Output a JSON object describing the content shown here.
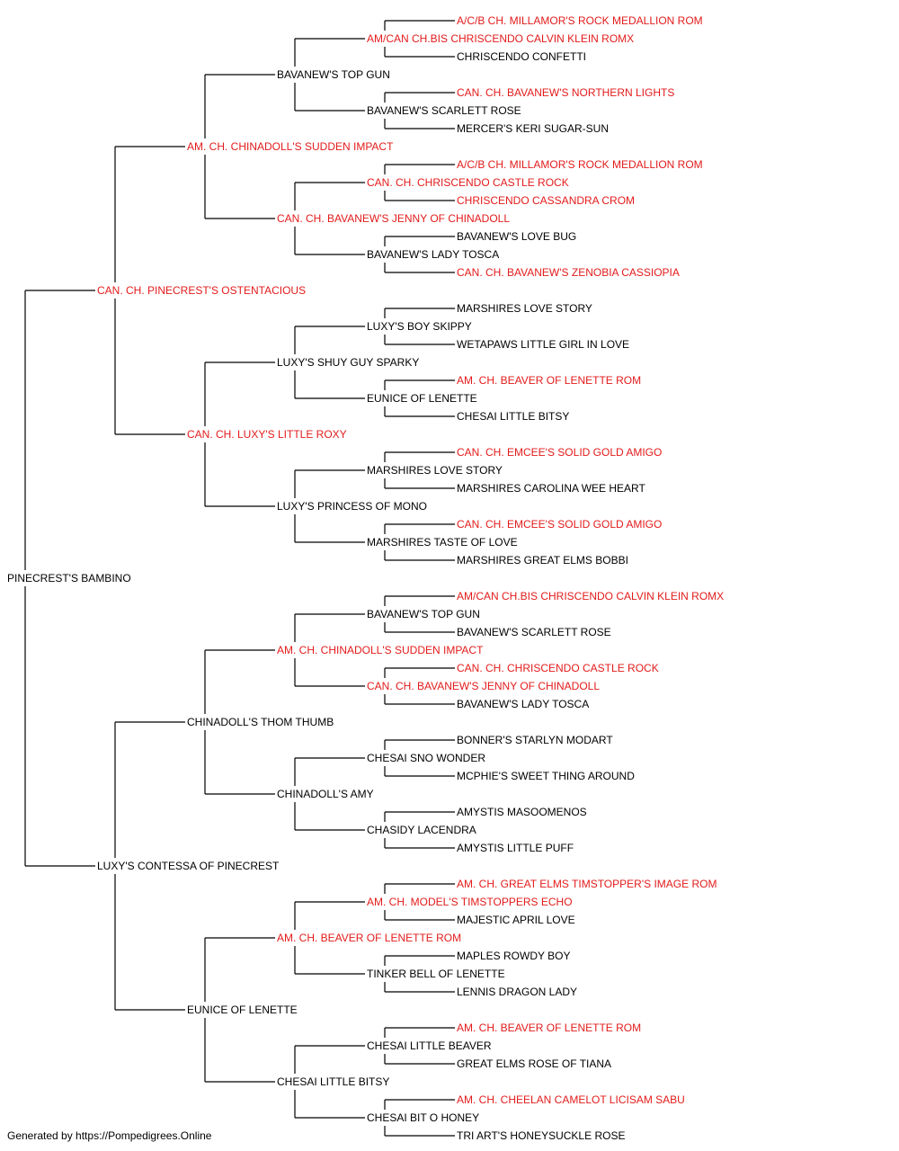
{
  "colors": {
    "champion": "#e31b1b",
    "normal": "#000000",
    "line": "#000000"
  },
  "pedigree": {
    "name": "PINECREST'S BAMBINO",
    "champion": false,
    "sire": {
      "name": "CAN. CH. PINECREST'S OSTENTACIOUS",
      "champion": true,
      "sire": {
        "name": "AM. CH. CHINADOLL'S SUDDEN IMPACT",
        "champion": true,
        "sire": {
          "name": "BAVANEW'S TOP GUN",
          "champion": false,
          "sire": {
            "name": "AM/CAN CH.BIS CHRISCENDO CALVIN KLEIN ROMX",
            "champion": true,
            "sire": {
              "name": "A/C/B CH. MILLAMOR'S ROCK MEDALLION ROM",
              "champion": true
            },
            "dam": {
              "name": "CHRISCENDO CONFETTI",
              "champion": false
            }
          },
          "dam": {
            "name": "BAVANEW'S SCARLETT ROSE",
            "champion": false,
            "sire": {
              "name": "CAN. CH. BAVANEW'S NORTHERN LIGHTS",
              "champion": true
            },
            "dam": {
              "name": "MERCER'S KERI SUGAR-SUN",
              "champion": false
            }
          }
        },
        "dam": {
          "name": "CAN. CH. BAVANEW'S JENNY OF CHINADOLL",
          "champion": true,
          "sire": {
            "name": "CAN. CH. CHRISCENDO CASTLE ROCK",
            "champion": true,
            "sire": {
              "name": "A/C/B CH. MILLAMOR'S ROCK MEDALLION ROM",
              "champion": true
            },
            "dam": {
              "name": "CHRISCENDO CASSANDRA CROM",
              "champion": true
            }
          },
          "dam": {
            "name": "BAVANEW'S LADY TOSCA",
            "champion": false,
            "sire": {
              "name": "BAVANEW'S LOVE BUG",
              "champion": false
            },
            "dam": {
              "name": "CAN. CH. BAVANEW'S ZENOBIA CASSIOPIA",
              "champion": true
            }
          }
        }
      },
      "dam": {
        "name": "CAN. CH. LUXY'S LITTLE ROXY",
        "champion": true,
        "sire": {
          "name": "LUXY'S SHUY GUY SPARKY",
          "champion": false,
          "sire": {
            "name": "LUXY'S BOY SKIPPY",
            "champion": false,
            "sire": {
              "name": "MARSHIRES LOVE STORY",
              "champion": false
            },
            "dam": {
              "name": "WETAPAWS LITTLE GIRL IN LOVE",
              "champion": false
            }
          },
          "dam": {
            "name": "EUNICE OF LENETTE",
            "champion": false,
            "sire": {
              "name": "AM. CH. BEAVER OF LENETTE ROM",
              "champion": true
            },
            "dam": {
              "name": "CHESAI LITTLE BITSY",
              "champion": false
            }
          }
        },
        "dam": {
          "name": "LUXY'S PRINCESS OF MONO",
          "champion": false,
          "sire": {
            "name": "MARSHIRES LOVE STORY",
            "champion": false,
            "sire": {
              "name": "CAN. CH. EMCEE'S SOLID GOLD AMIGO",
              "champion": true
            },
            "dam": {
              "name": "MARSHIRES CAROLINA WEE HEART",
              "champion": false
            }
          },
          "dam": {
            "name": "MARSHIRES TASTE OF LOVE",
            "champion": false,
            "sire": {
              "name": "CAN. CH. EMCEE'S SOLID GOLD AMIGO",
              "champion": true
            },
            "dam": {
              "name": "MARSHIRES GREAT ELMS BOBBI",
              "champion": false
            }
          }
        }
      }
    },
    "dam": {
      "name": "LUXY'S CONTESSA OF PINECREST",
      "champion": false,
      "sire": {
        "name": "CHINADOLL'S THOM THUMB",
        "champion": false,
        "sire": {
          "name": "AM. CH. CHINADOLL'S SUDDEN IMPACT",
          "champion": true,
          "sire": {
            "name": "BAVANEW'S TOP GUN",
            "champion": false,
            "sire": {
              "name": "AM/CAN CH.BIS CHRISCENDO CALVIN KLEIN ROMX",
              "champion": true
            },
            "dam": {
              "name": "BAVANEW'S SCARLETT ROSE",
              "champion": false
            }
          },
          "dam": {
            "name": "CAN. CH. BAVANEW'S JENNY OF CHINADOLL",
            "champion": true,
            "sire": {
              "name": "CAN. CH. CHRISCENDO CASTLE ROCK",
              "champion": true
            },
            "dam": {
              "name": "BAVANEW'S LADY TOSCA",
              "champion": false
            }
          }
        },
        "dam": {
          "name": "CHINADOLL'S AMY",
          "champion": false,
          "sire": {
            "name": "CHESAI SNO WONDER",
            "champion": false,
            "sire": {
              "name": "BONNER'S STARLYN MODART",
              "champion": false
            },
            "dam": {
              "name": "MCPHIE'S SWEET THING AROUND",
              "champion": false
            }
          },
          "dam": {
            "name": "CHASIDY LACENDRA",
            "champion": false,
            "sire": {
              "name": "AMYSTIS MASOOMENOS",
              "champion": false
            },
            "dam": {
              "name": "AMYSTIS LITTLE PUFF",
              "champion": false
            }
          }
        }
      },
      "dam": {
        "name": "EUNICE OF LENETTE",
        "champion": false,
        "sire": {
          "name": "AM. CH. BEAVER OF LENETTE ROM",
          "champion": true,
          "sire": {
            "name": "AM. CH. MODEL'S TIMSTOPPERS ECHO",
            "champion": true,
            "sire": {
              "name": "AM. CH. GREAT ELMS TIMSTOPPER'S IMAGE ROM",
              "champion": true
            },
            "dam": {
              "name": "MAJESTIC APRIL LOVE",
              "champion": false
            }
          },
          "dam": {
            "name": "TINKER BELL OF LENETTE",
            "champion": false,
            "sire": {
              "name": "MAPLES ROWDY BOY",
              "champion": false
            },
            "dam": {
              "name": "LENNIS DRAGON LADY",
              "champion": false
            }
          }
        },
        "dam": {
          "name": "CHESAI LITTLE BITSY",
          "champion": false,
          "sire": {
            "name": "CHESAI LITTLE BEAVER",
            "champion": false,
            "sire": {
              "name": "AM. CH. BEAVER OF LENETTE ROM",
              "champion": true
            },
            "dam": {
              "name": "GREAT ELMS ROSE OF TIANA",
              "champion": false
            }
          },
          "dam": {
            "name": "CHESAI BIT O HONEY",
            "champion": false,
            "sire": {
              "name": "AM. CH. CHEELAN CAMELOT LICISAM SABU",
              "champion": true
            },
            "dam": {
              "name": "TRI ART'S HONEYSUCKLE ROSE",
              "champion": false
            }
          }
        }
      }
    }
  },
  "footer": {
    "text": "Generated by https://Pompedigrees.Online"
  }
}
